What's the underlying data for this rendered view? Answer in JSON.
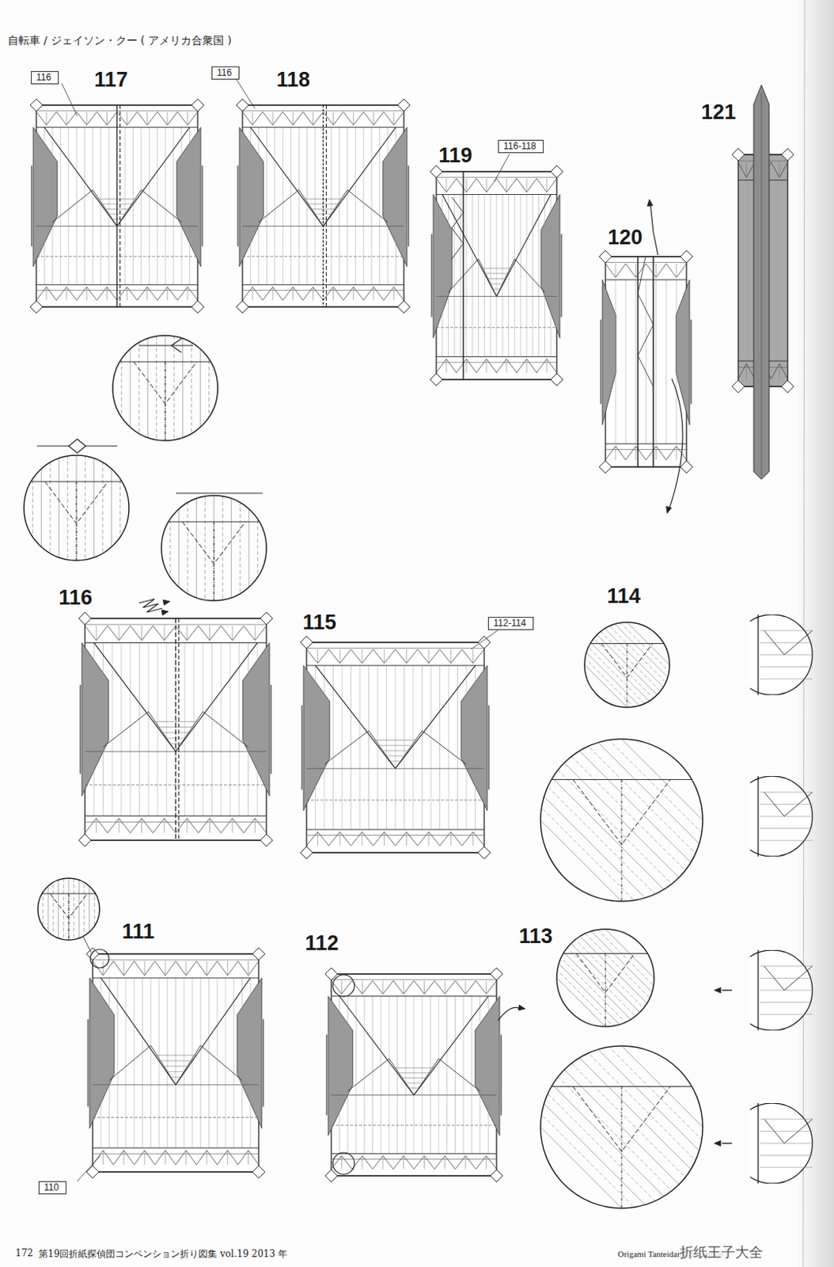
{
  "diagram": {
    "title": "自転車 / ジェイソン・クー ( アメリカ合衆国 )",
    "nodes": [
      {
        "text": [
          "116"
        ]
      },
      {
        "text": [
          "116"
        ]
      },
      {
        "text": [
          "116-118"
        ]
      },
      {
        "text": [
          "112-114"
        ]
      },
      {
        "text": [
          "110"
        ]
      }
    ],
    "labels": [
      "117",
      "118",
      "119",
      "120",
      "121",
      "116",
      "115",
      "114",
      "111",
      "112",
      "113",
      "172",
      "第19回折紙探偵団コンベンション折り図集 vol.19 2013 年",
      "Origami Tanteidan Convention",
      "折纸王子大全"
    ]
  }
}
